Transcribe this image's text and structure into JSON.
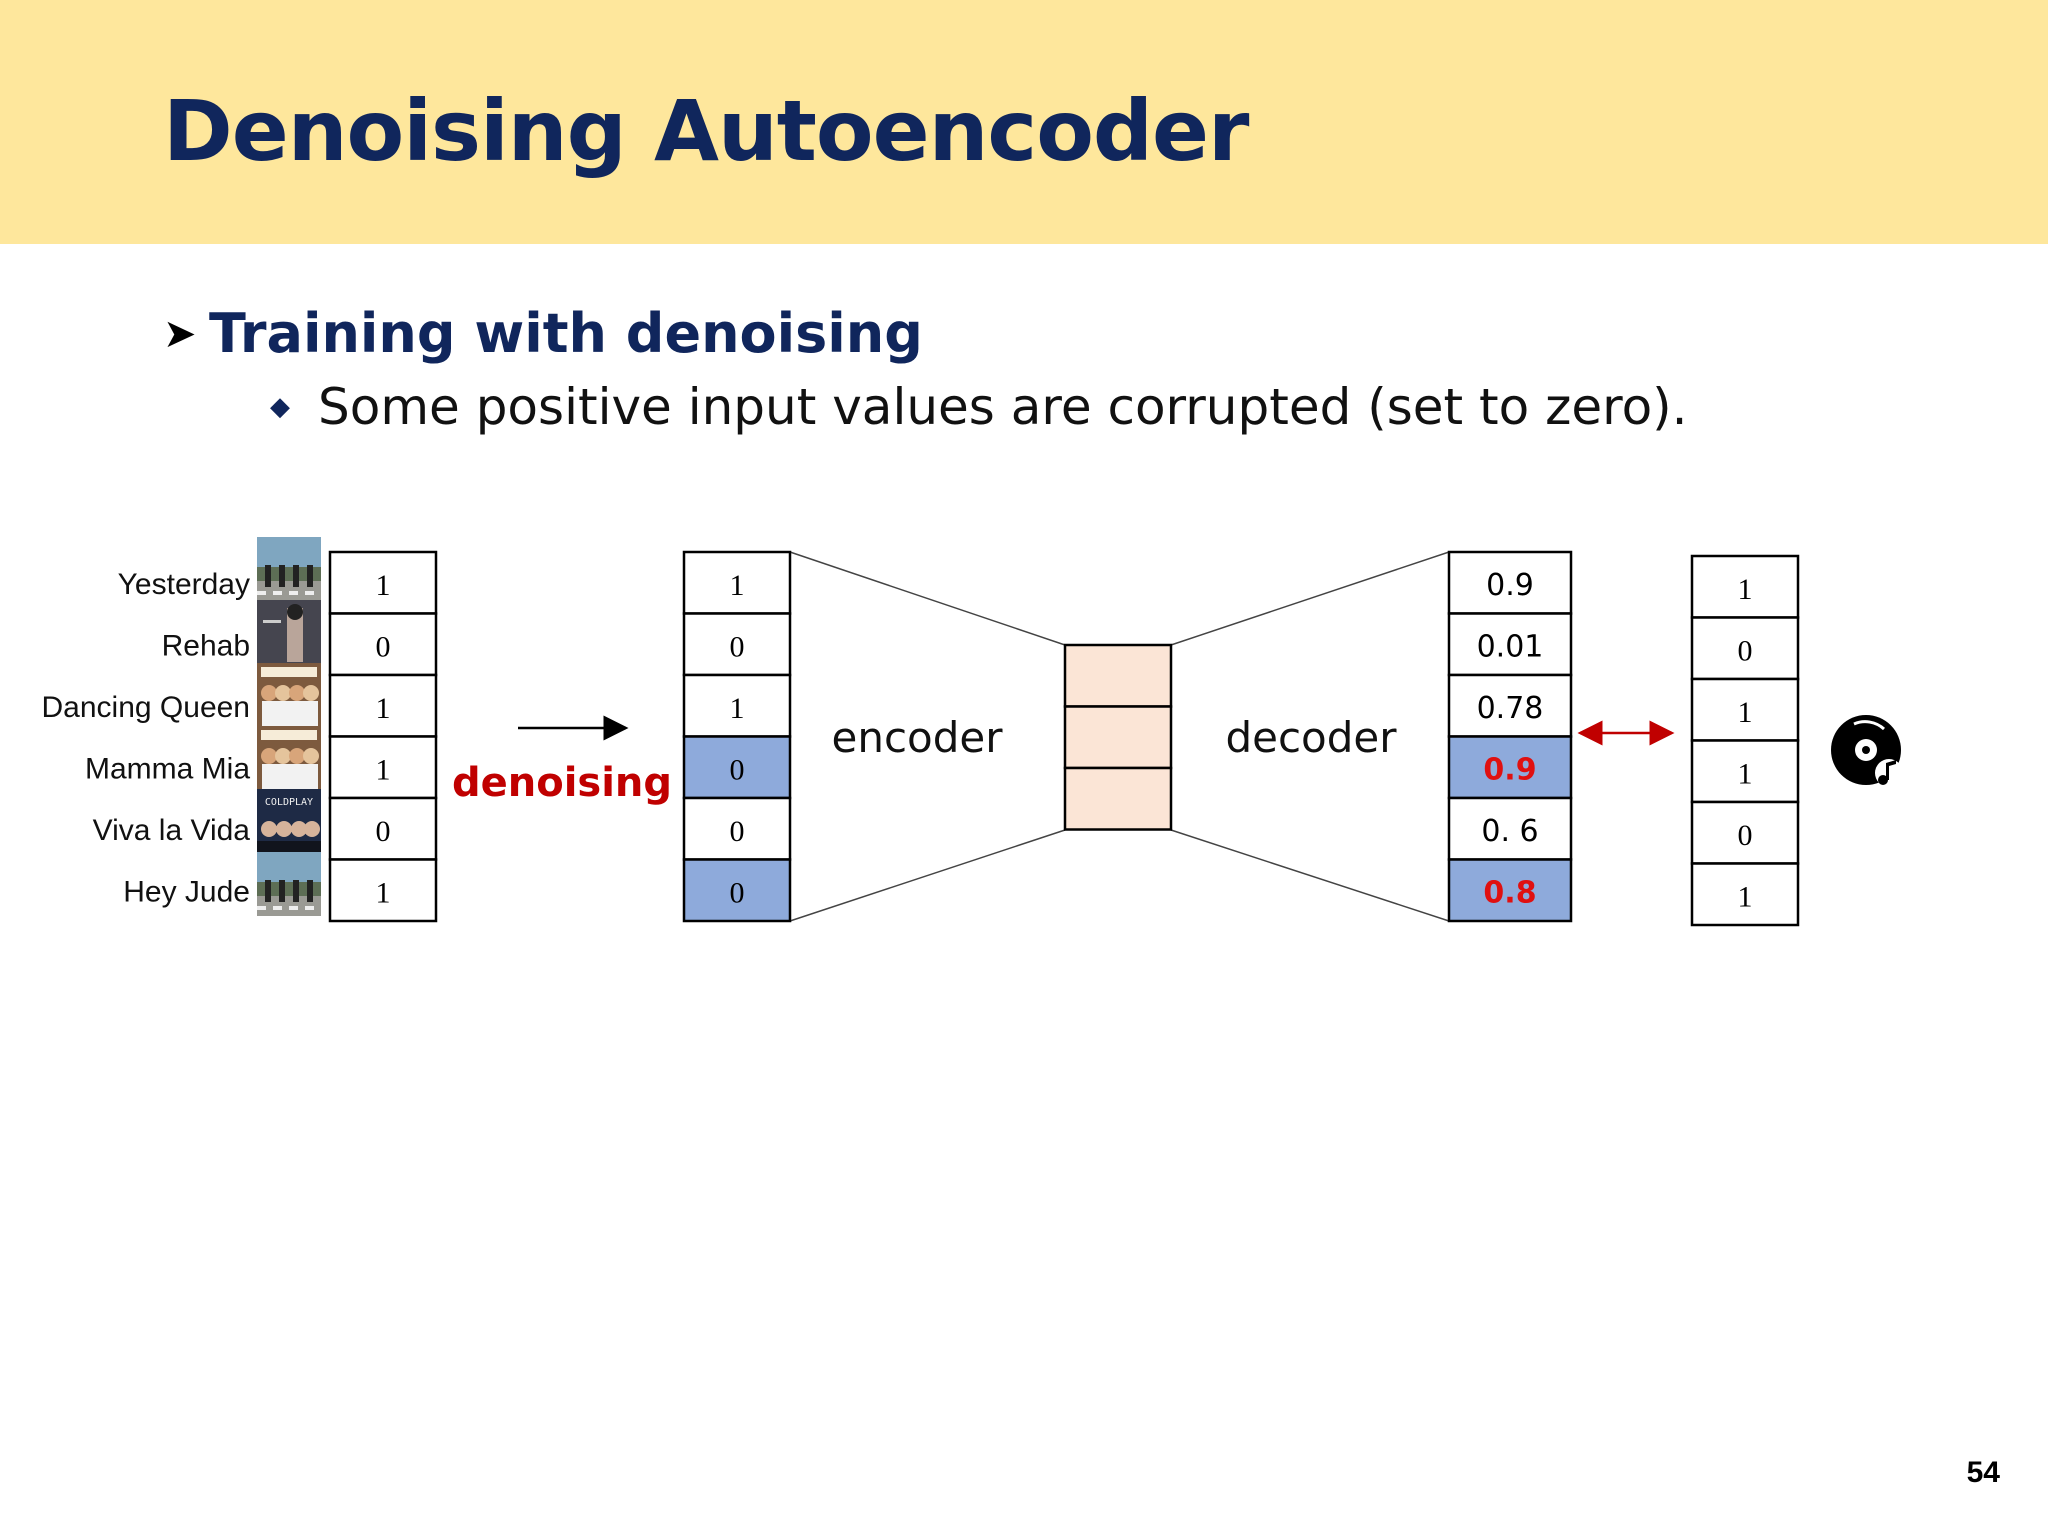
{
  "slide": {
    "title": "Denoising Autoencoder",
    "page_number": "54"
  },
  "bullets": {
    "level1": "Training with denoising",
    "level2": "Some positive input values are corrupted (set to zero)."
  },
  "songs": [
    "Yesterday",
    "Rehab",
    "Dancing Queen",
    "Mamma Mia",
    "Viva la Vida",
    "Hey Jude"
  ],
  "album_covers": [
    "abbey-road",
    "rehab",
    "abba",
    "abba",
    "coldplay",
    "abbey-road"
  ],
  "album_cover_texts": [
    "",
    "",
    "",
    "",
    "COLDPLAY",
    ""
  ],
  "input_vector": [
    "1",
    "0",
    "1",
    "1",
    "0",
    "1"
  ],
  "corrupted_vector": [
    {
      "value": "1",
      "corrupted": false
    },
    {
      "value": "0",
      "corrupted": false
    },
    {
      "value": "1",
      "corrupted": false
    },
    {
      "value": "0",
      "corrupted": true
    },
    {
      "value": "0",
      "corrupted": false
    },
    {
      "value": "0",
      "corrupted": true
    }
  ],
  "output_vector": [
    {
      "value": "0.9",
      "highlight": false
    },
    {
      "value": "0.01",
      "highlight": false
    },
    {
      "value": "0.78",
      "highlight": false
    },
    {
      "value": "0.9",
      "highlight": true
    },
    {
      "value": "0. 6",
      "highlight": false
    },
    {
      "value": "0.8",
      "highlight": true
    }
  ],
  "target_vector": [
    "1",
    "0",
    "1",
    "1",
    "0",
    "1"
  ],
  "latent_cells": 3,
  "labels": {
    "denoising": "denoising",
    "encoder": "encoder",
    "decoder": "decoder"
  },
  "icons": {
    "bullet_l1": "arrowhead-bullet-icon",
    "bullet_l2": "diamond-bullet-icon",
    "recommend": "music-disc-icon",
    "compare": "double-arrow-icon"
  },
  "colors": {
    "header": "#fee79c",
    "title": "#10265c",
    "denoise_label": "#c00000",
    "corrupted_cell": "#8eaadb",
    "latent_cell": "#fbe5d6",
    "highlight_value": "#e01010"
  }
}
